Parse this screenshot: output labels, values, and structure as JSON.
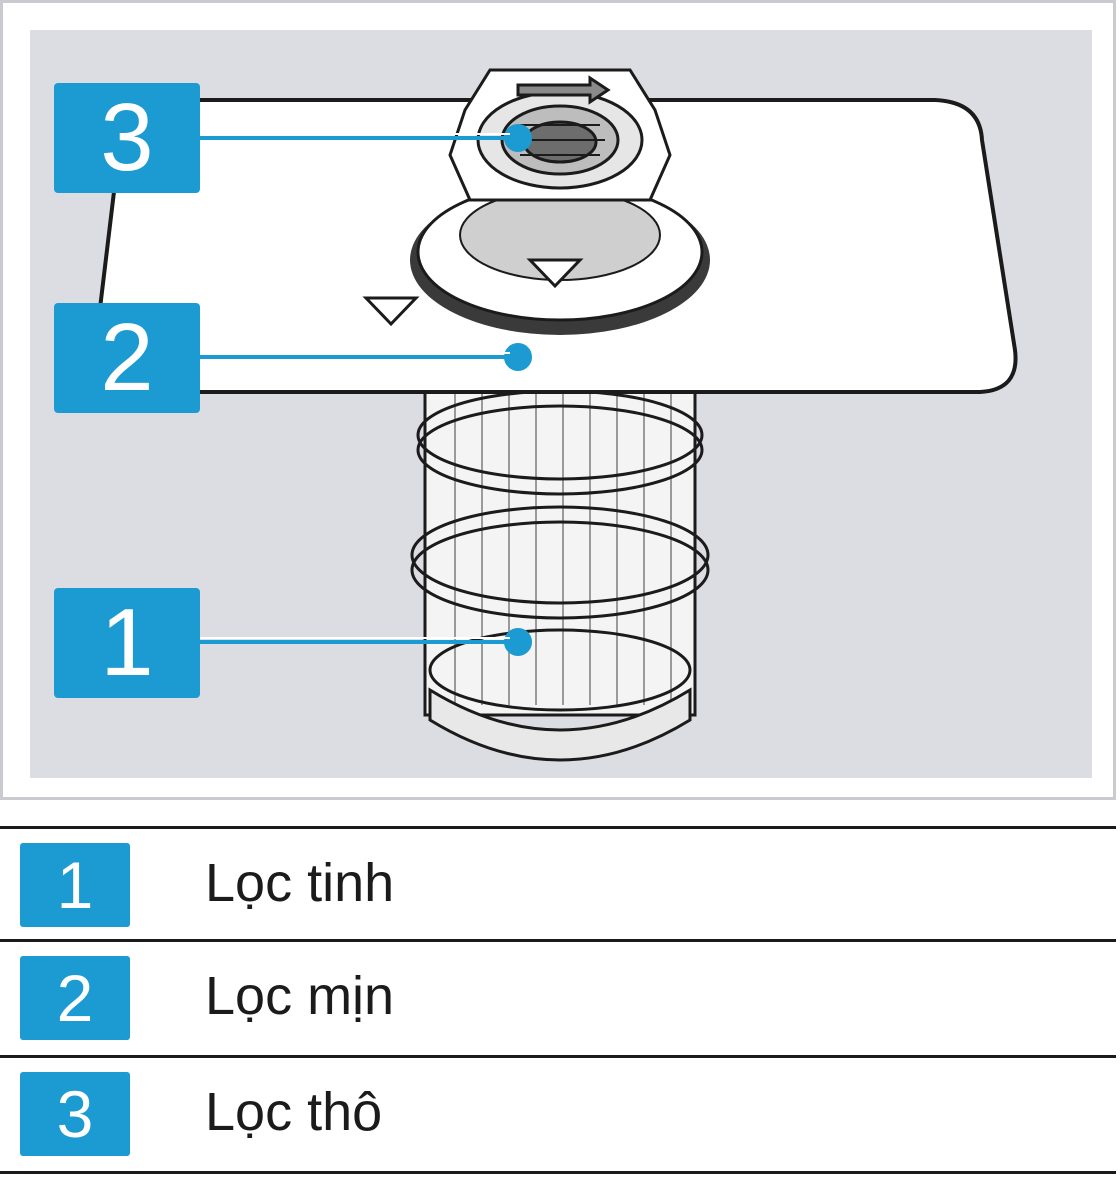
{
  "colors": {
    "callout": "#1b9bd1",
    "frame": "#c9cbd0",
    "background": "#dcdde2",
    "text": "#1b1b1b"
  },
  "callouts": [
    {
      "number": "3"
    },
    {
      "number": "2"
    },
    {
      "number": "1"
    }
  ],
  "legend": [
    {
      "number": "1",
      "label": "Lọc tinh"
    },
    {
      "number": "2",
      "label": "Lọc mịn"
    },
    {
      "number": "3",
      "label": "Lọc thô"
    }
  ]
}
